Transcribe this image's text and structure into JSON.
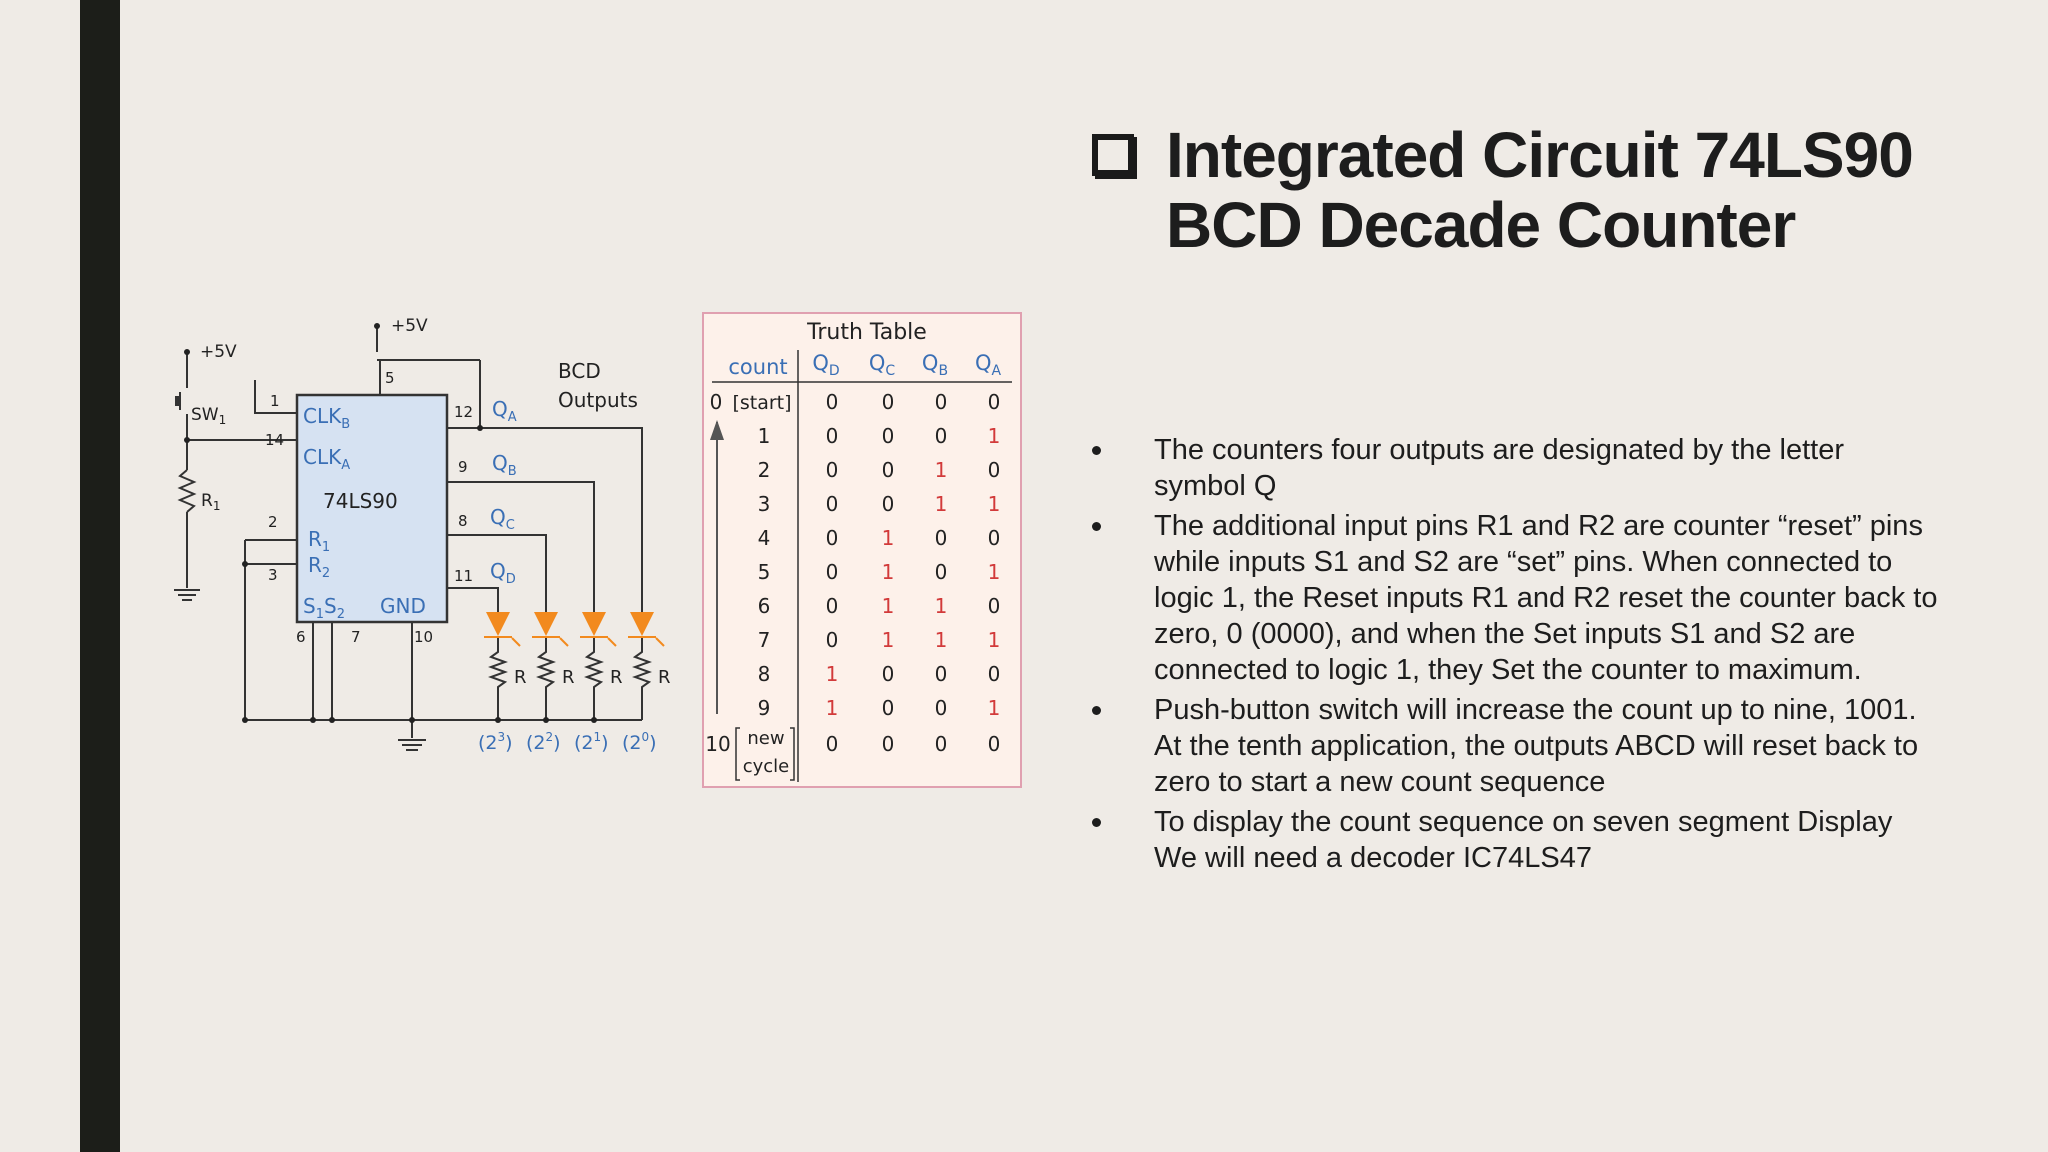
{
  "slide": {
    "title_line1": "Integrated Circuit 74LS90",
    "title_line2": "BCD Decade Counter",
    "bullets": [
      "The counters four outputs are designated by the letter symbol Q",
      "The additional input pins R1 and R2 are counter “reset” pins while inputs S1 and S2 are “set” pins. When connected to logic 1, the Reset inputs R1 and R2 reset the counter back to zero, 0 (0000), and when the Set inputs S1 and S2 are connected to logic 1, they Set the counter to maximum.",
      "Push-button switch will increase the count up to nine, 1001. At the tenth application, the outputs ABCD will reset back to zero to start a new count sequence",
      "To display the count sequence on seven segment Display We will need a decoder IC74LS47"
    ]
  },
  "circuit": {
    "vcc_top": "+5V",
    "vcc_left": "+5V",
    "switch": "SW",
    "switch_sub": "1",
    "resistor": "R",
    "resistor_sub": "1",
    "chip": "74LS90",
    "clkb": "CLK",
    "clkb_sub": "B",
    "clka": "CLK",
    "clka_sub": "A",
    "r1": "R",
    "r1_sub": "1",
    "r2": "R",
    "r2_sub": "2",
    "s1": "S",
    "s1_sub": "1",
    "s2": "S",
    "s2_sub": "2",
    "gnd": "GND",
    "pins": [
      "1",
      "14",
      "2",
      "3",
      "5",
      "12",
      "9",
      "8",
      "11",
      "6",
      "7",
      "10"
    ],
    "qa": "Q",
    "qa_sub": "A",
    "qb": "Q",
    "qb_sub": "B",
    "qc": "Q",
    "qc_sub": "C",
    "qd": "Q",
    "qd_sub": "D",
    "bcd_line1": "BCD",
    "bcd_line2": "Outputs",
    "led_resistor": "R",
    "weights": [
      "(2",
      "(2",
      "(2",
      "(2"
    ],
    "weight_exps": [
      "3",
      "2",
      "1",
      "0"
    ],
    "weight_close": ")"
  },
  "truth_table": {
    "title": "Truth Table",
    "count_header": "count",
    "col_headers": [
      {
        "q": "Q",
        "sub": "D"
      },
      {
        "q": "Q",
        "sub": "C"
      },
      {
        "q": "Q",
        "sub": "B"
      },
      {
        "q": "Q",
        "sub": "A"
      }
    ],
    "rows": [
      {
        "count": "0",
        "note": "[start]",
        "bits": [
          "0",
          "0",
          "0",
          "0"
        ]
      },
      {
        "count": "1",
        "note": "",
        "bits": [
          "0",
          "0",
          "0",
          "1"
        ]
      },
      {
        "count": "2",
        "note": "",
        "bits": [
          "0",
          "0",
          "1",
          "0"
        ]
      },
      {
        "count": "3",
        "note": "",
        "bits": [
          "0",
          "0",
          "1",
          "1"
        ]
      },
      {
        "count": "4",
        "note": "",
        "bits": [
          "0",
          "1",
          "0",
          "0"
        ]
      },
      {
        "count": "5",
        "note": "",
        "bits": [
          "0",
          "1",
          "0",
          "1"
        ]
      },
      {
        "count": "6",
        "note": "",
        "bits": [
          "0",
          "1",
          "1",
          "0"
        ]
      },
      {
        "count": "7",
        "note": "",
        "bits": [
          "0",
          "1",
          "1",
          "1"
        ]
      },
      {
        "count": "8",
        "note": "",
        "bits": [
          "1",
          "0",
          "0",
          "0"
        ]
      },
      {
        "count": "9",
        "note": "",
        "bits": [
          "1",
          "0",
          "0",
          "1"
        ]
      },
      {
        "count": "10",
        "note": "",
        "bits": [
          "0",
          "0",
          "0",
          "0"
        ]
      }
    ],
    "new_cycle_line1": "new",
    "new_cycle_line2": "cycle",
    "colors": {
      "zero": "#222222",
      "one": "#d23a3a",
      "header": "#3a6fb5"
    }
  }
}
